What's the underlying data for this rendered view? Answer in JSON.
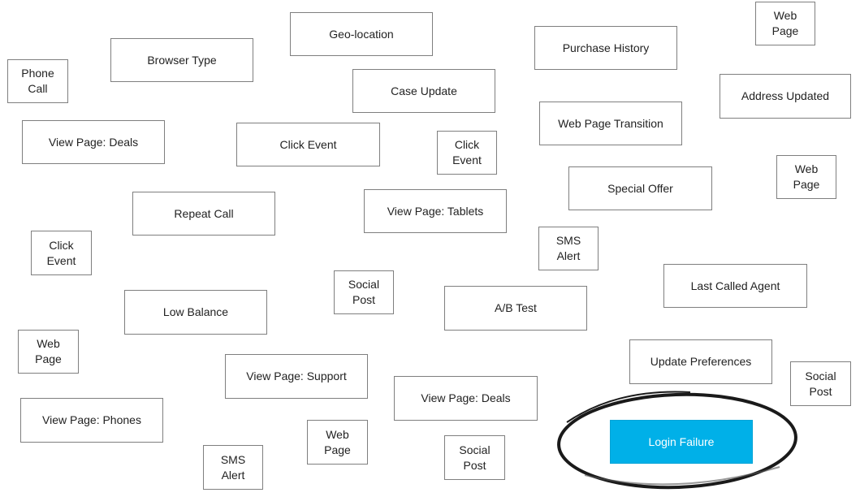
{
  "events": [
    {
      "id": "web-page-1",
      "label": "Web\nPage"
    },
    {
      "id": "geo-location",
      "label": "Geo-location"
    },
    {
      "id": "purchase-history",
      "label": "Purchase History"
    },
    {
      "id": "browser-type",
      "label": "Browser Type"
    },
    {
      "id": "phone-call",
      "label": "Phone\nCall"
    },
    {
      "id": "case-update",
      "label": "Case Update"
    },
    {
      "id": "address-updated",
      "label": "Address Updated"
    },
    {
      "id": "web-page-transition",
      "label": "Web Page Transition"
    },
    {
      "id": "view-page-deals-1",
      "label": "View Page: Deals"
    },
    {
      "id": "click-event-1",
      "label": "Click Event"
    },
    {
      "id": "click-event-2",
      "label": "Click\nEvent"
    },
    {
      "id": "web-page-2",
      "label": "Web\nPage"
    },
    {
      "id": "special-offer",
      "label": "Special Offer"
    },
    {
      "id": "repeat-call",
      "label": "Repeat Call"
    },
    {
      "id": "view-page-tablets",
      "label": "View Page: Tablets"
    },
    {
      "id": "click-event-3",
      "label": "Click\nEvent"
    },
    {
      "id": "sms-alert-1",
      "label": "SMS\nAlert"
    },
    {
      "id": "social-post-1",
      "label": "Social\nPost"
    },
    {
      "id": "last-called-agent",
      "label": "Last Called Agent"
    },
    {
      "id": "low-balance",
      "label": "Low Balance"
    },
    {
      "id": "ab-test",
      "label": "A/B Test"
    },
    {
      "id": "web-page-3",
      "label": "Web\nPage"
    },
    {
      "id": "update-preferences",
      "label": "Update Preferences"
    },
    {
      "id": "view-page-support",
      "label": "View Page: Support"
    },
    {
      "id": "social-post-2",
      "label": "Social\nPost"
    },
    {
      "id": "view-page-deals-2",
      "label": "View Page: Deals"
    },
    {
      "id": "view-page-phones",
      "label": "View Page: Phones"
    },
    {
      "id": "web-page-4",
      "label": "Web\nPage"
    },
    {
      "id": "social-post-3",
      "label": "Social\nPost"
    },
    {
      "id": "sms-alert-2",
      "label": "SMS\nAlert"
    },
    {
      "id": "login-failure",
      "label": "Login Failure",
      "highlighted": true
    }
  ],
  "colors": {
    "highlight_fill": "#00b0e8",
    "border": "#7f7f7f",
    "text": "#222222",
    "ring": "#1a1a1a"
  }
}
